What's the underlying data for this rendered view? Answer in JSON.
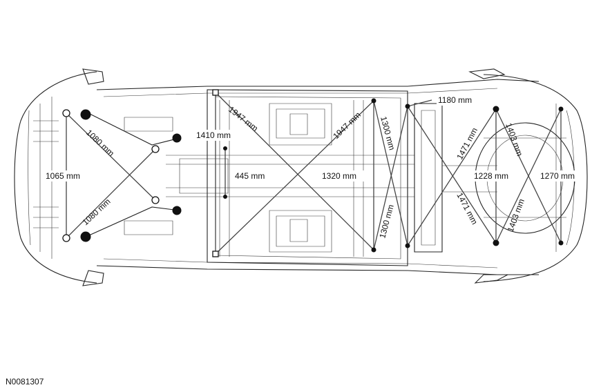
{
  "figure_id": "N0081307",
  "dimensions": [
    {
      "id": "d1065",
      "label": "1065 mm"
    },
    {
      "id": "d1080a",
      "label": "1080 mm"
    },
    {
      "id": "d1080b",
      "label": "1080 mm"
    },
    {
      "id": "d1410",
      "label": "1410 mm"
    },
    {
      "id": "d1947a",
      "label": "1947 mm"
    },
    {
      "id": "d1947b",
      "label": "1947 mm"
    },
    {
      "id": "d445",
      "label": "445 mm"
    },
    {
      "id": "d1320",
      "label": "1320 mm"
    },
    {
      "id": "d1300a",
      "label": "1300 mm"
    },
    {
      "id": "d1300b",
      "label": "1300 mm"
    },
    {
      "id": "d1180",
      "label": "1180 mm"
    },
    {
      "id": "d1471a",
      "label": "1471 mm"
    },
    {
      "id": "d1471b",
      "label": "1471 mm"
    },
    {
      "id": "d1403a",
      "label": "1403 mm"
    },
    {
      "id": "d1403b",
      "label": "1403 mm"
    },
    {
      "id": "d1228",
      "label": "1228 mm"
    },
    {
      "id": "d1270",
      "label": "1270 mm"
    }
  ]
}
